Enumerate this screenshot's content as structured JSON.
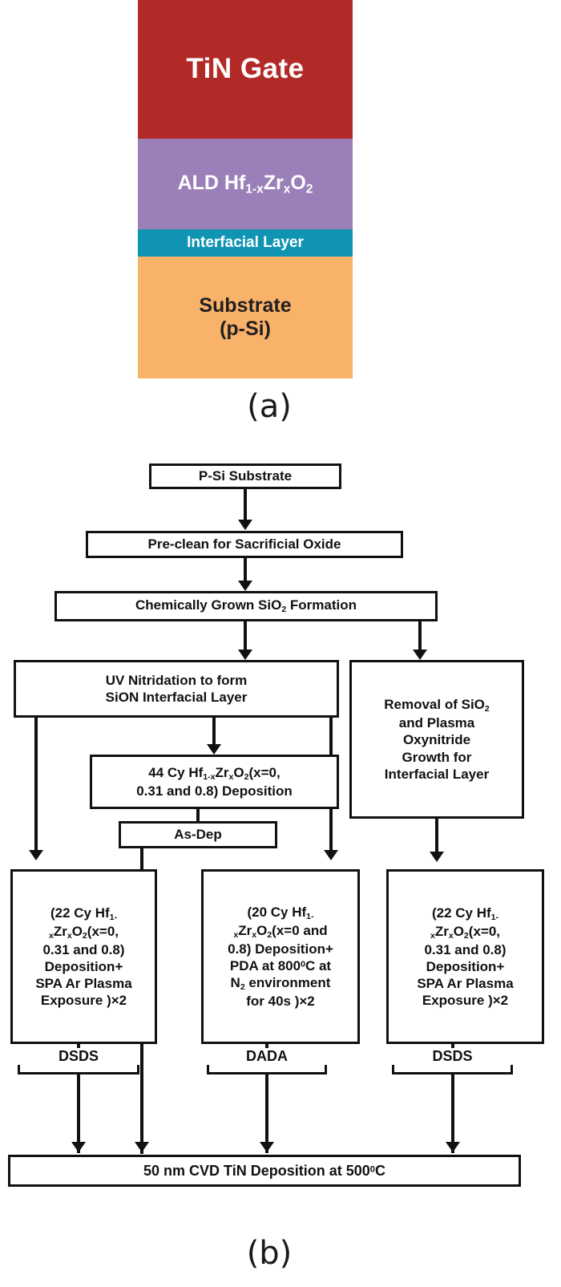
{
  "figure": {
    "panel_a_label": "(a)",
    "panel_b_label": "(b)"
  },
  "cross_section": {
    "layers": [
      {
        "name": "tin-gate",
        "label": "TiN Gate",
        "color": "#b22a27"
      },
      {
        "name": "ald-hfzro",
        "label_parts": [
          "ALD  Hf",
          "1-x",
          "Zr",
          "x",
          "O",
          "2"
        ],
        "color": "#9b7fb8"
      },
      {
        "name": "interfacial-layer",
        "label": "Interfacial  Layer",
        "color": "#0f94b4"
      },
      {
        "name": "substrate",
        "label_line1": "Substrate",
        "label_line2": "(p-Si)",
        "color": "#f9b269"
      }
    ]
  },
  "flowchart": {
    "nodes": {
      "substrate": "P-Si Substrate",
      "preclean": "Pre-clean for Sacrificial Oxide",
      "sio2_formation_pre": "Chemically Grown SiO",
      "sio2_formation_sub": "2",
      "sio2_formation_post": " Formation",
      "uv_nitridation_line1": "UV Nitridation to form",
      "uv_nitridation_line2": "SiON Interfacial Layer",
      "removal_line1_pre": "Removal of SiO",
      "removal_line1_sub": "2",
      "removal_line2": "and Plasma",
      "removal_line3": "Oxynitride",
      "removal_line4": "Growth for",
      "removal_line5": "Interfacial Layer",
      "dep44_line1_pre": "44 Cy Hf",
      "dep44_line1_sub1": "1-x",
      "dep44_line1_mid": "Zr",
      "dep44_line1_sub2": "x",
      "dep44_line1_o": "O",
      "dep44_line1_sub3": "2",
      "dep44_line1_post": "(x=0,",
      "dep44_line2": "0.31 and 0.8) Deposition",
      "as_dep": "As-Dep",
      "left_line1_pre": "(22 Cy Hf",
      "left_line1_sub": "1-",
      "left_line2_sub": "x",
      "left_line2_mid": "Zr",
      "left_line2_sub2": "x",
      "left_line2_o": "O",
      "left_line2_sub3": "2",
      "left_line2_post": "(x=0,",
      "left_line3": "0.31 and 0.8)",
      "left_line4": "Deposition+",
      "left_line5": "SPA Ar Plasma",
      "left_line6": "Exposure )×2",
      "mid_line1_pre": "(20 Cy Hf",
      "mid_line1_sub": "1-",
      "mid_line2_sub": "x",
      "mid_line2_mid": "Zr",
      "mid_line2_sub2": "x",
      "mid_line2_o": "O",
      "mid_line2_sub3": "2",
      "mid_line2_post": "(x=0 and",
      "mid_line3": "0.8) Deposition+",
      "mid_line4_pre": "PDA at 800",
      "mid_line4_sup": "0",
      "mid_line4_post": "C at",
      "mid_line5_pre": "N",
      "mid_line5_sub": "2",
      "mid_line5_post": " environment",
      "mid_line6": "for 40s )×2",
      "right_line1_pre": "(22 Cy Hf",
      "right_line1_sub": "1-",
      "right_line2_sub": "x",
      "right_line2_mid": "Zr",
      "right_line2_sub2": "x",
      "right_line2_o": "O",
      "right_line2_sub3": "2",
      "right_line2_post": "(x=0,",
      "right_line3": "0.31 and 0.8)",
      "right_line4": "Deposition+",
      "right_line5": "SPA Ar Plasma",
      "right_line6": "Exposure )×2",
      "cvd_pre": "50 nm CVD TiN Deposition at 500",
      "cvd_sup": "0",
      "cvd_post": "C"
    },
    "bracket_labels": {
      "left": "DSDS",
      "middle": "DADA",
      "right": "DSDS"
    },
    "colors": {
      "line": "#111111",
      "box_fill": "#ffffff",
      "text": "#111111"
    }
  }
}
